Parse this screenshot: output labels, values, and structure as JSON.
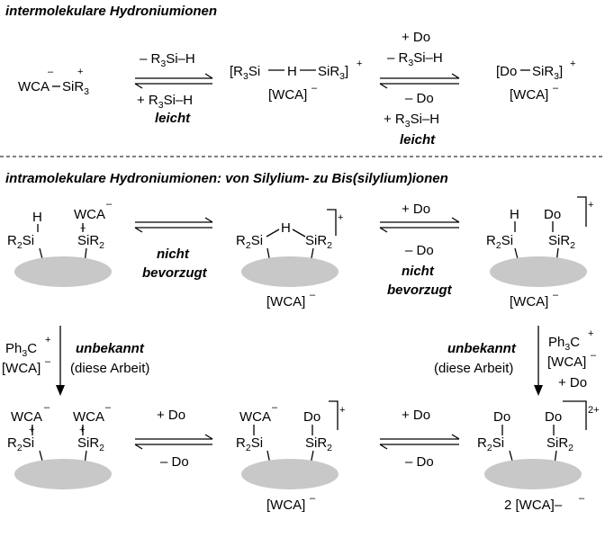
{
  "section_intermolecular": {
    "title": "intermolekulare Hydroniumionen",
    "left_species": "WCA–SiR3 (ion pair)",
    "arrow1": {
      "top": "– R3Si–H",
      "bottom": "+ R3Si–H",
      "note": "leicht"
    },
    "middle_species": "[R3Si—H—SiR3]+ [WCA]–",
    "arrow2": {
      "top_1": "+ Do",
      "top_2": "– R3Si–H",
      "bottom_1": "– Do",
      "bottom_2": "+ R3Si–H",
      "note": "leicht"
    },
    "right_species": "[Do–SiR3]+ [WCA]–"
  },
  "section_intramolecular": {
    "title": "intramolekulare Hydroniumionen: von Silylium- zu Bis(silylium)ionen",
    "row1_arrow1_note": [
      "nicht",
      "bevorzugt"
    ],
    "row1_arrow2": {
      "top": "+ Do",
      "bottom": "– Do",
      "note": [
        "nicht",
        "bevorzugt"
      ]
    },
    "left_down_arrow": {
      "reagent_1": "Ph3C+",
      "reagent_2": "[WCA]–",
      "note": "unbekannt",
      "note_2": "(diese Arbeit)"
    },
    "right_down_arrow": {
      "reagent_1": "Ph3C+",
      "reagent_2": "[WCA]–",
      "reagent_3": "+ Do",
      "note": "unbekannt",
      "note_2": "(diese Arbeit)"
    },
    "row3_arrow1": {
      "top": "+ Do",
      "bottom": "– Do"
    },
    "row3_arrow2": {
      "top": "+ Do",
      "bottom": "– Do"
    },
    "counterion_1": "[WCA]–",
    "counterion_2": "2 [WCA]–",
    "charge_plus": "+",
    "charge_2plus": "2+"
  }
}
